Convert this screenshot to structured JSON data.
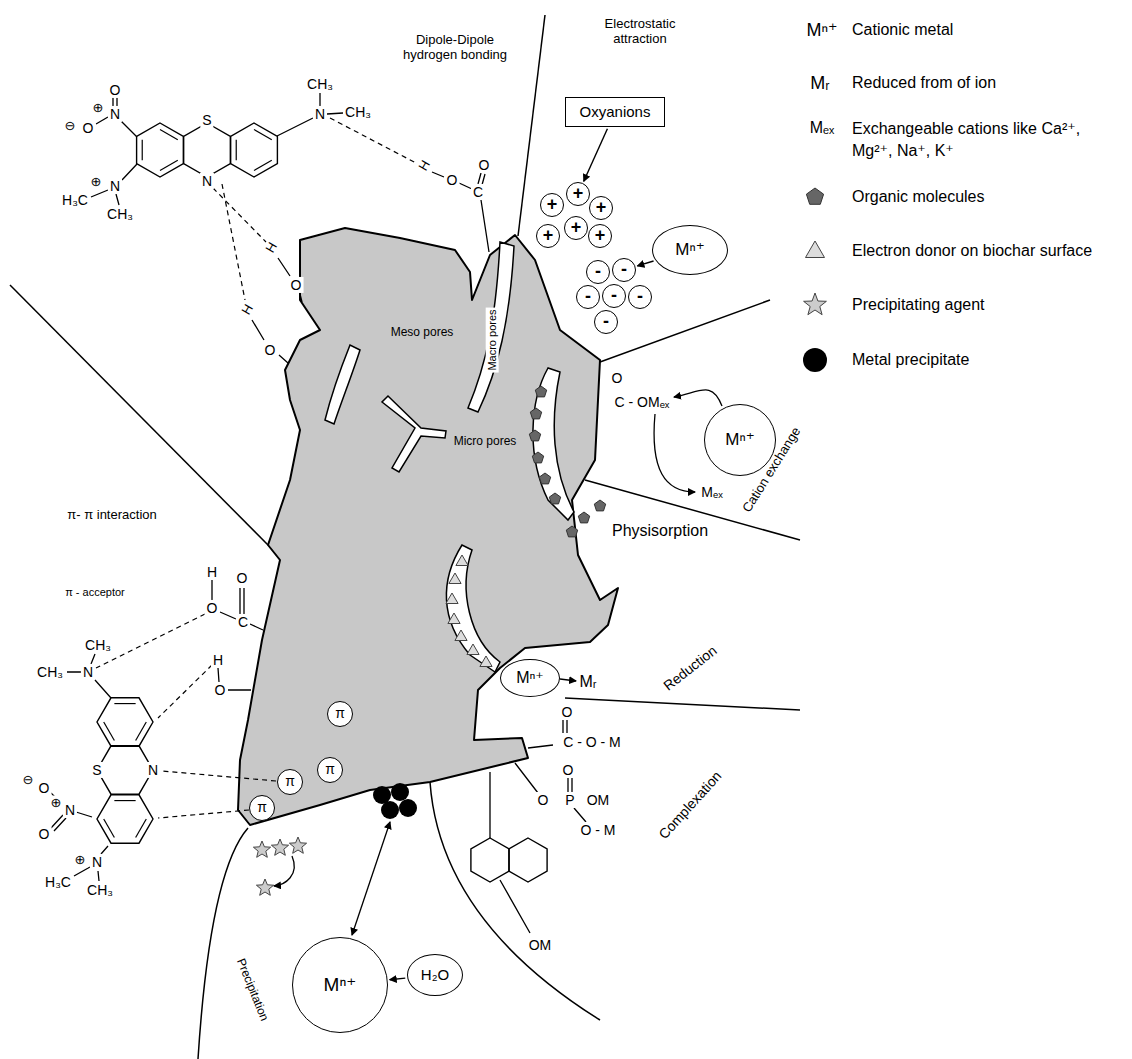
{
  "diagram": {
    "nodes": [
      {
        "text": [
          "Oxyanions"
        ]
      },
      {
        "text": [
          "+"
        ]
      },
      {
        "text": [
          "+"
        ]
      },
      {
        "text": [
          "+"
        ]
      },
      {
        "text": [
          "+"
        ]
      },
      {
        "text": [
          "+"
        ]
      },
      {
        "text": [
          "+"
        ]
      },
      {
        "text": [
          "-"
        ]
      },
      {
        "text": [
          "-"
        ]
      },
      {
        "text": [
          "-"
        ]
      },
      {
        "text": [
          "-"
        ]
      },
      {
        "text": [
          "-"
        ]
      },
      {
        "text": [
          "-"
        ]
      },
      {
        "text": [
          "Mⁿ⁺"
        ]
      },
      {
        "text": [
          "Mⁿ⁺"
        ]
      },
      {
        "text": [
          "Mⁿ⁺"
        ]
      },
      {
        "text": [
          "Mⁿ⁺"
        ]
      },
      {
        "text": [
          "H₂O"
        ]
      },
      {
        "text": [
          "π"
        ]
      },
      {
        "text": [
          "π"
        ]
      },
      {
        "text": [
          "π"
        ]
      },
      {
        "text": [
          "π"
        ]
      }
    ],
    "edges": [
      {
        "from": 0,
        "to": 2,
        "arrow": "to"
      },
      {
        "from": 13,
        "to": 8,
        "arrow": "to"
      },
      {
        "from": 17,
        "to": 16,
        "arrow": "to"
      }
    ],
    "labels": [
      "Dipole-Dipole hydrogen bonding",
      "Electrostatic attraction",
      "Cation exchange",
      "Physisorption",
      "Reduction",
      "Complexation",
      "Precipitation",
      "π- π interaction",
      "π - acceptor",
      "Meso pores",
      "Macro pores",
      "Micro pores",
      "Mₑₓ",
      "O",
      "C - OMₑₓ",
      "Mⁿ⁺",
      "Mᵣ",
      "Mₑₓ",
      "H",
      "O",
      "C",
      "O",
      "H",
      "O",
      "H",
      "O",
      "CH₃",
      "CH₃",
      "N",
      "S",
      "N",
      "⊖",
      "O",
      "O",
      "⊕",
      "N",
      "CH₃",
      "⊕",
      "N",
      "H₃C",
      "CH₃",
      "N",
      "CH₃",
      "S",
      "N",
      "⊖",
      "O",
      "⊕",
      "N",
      "O",
      "CH₃",
      "⊕",
      "N",
      "H₃C",
      "H",
      "O",
      "O",
      "C",
      "H",
      "O",
      "O",
      "C - O - M",
      "O",
      "O",
      "P",
      "OM",
      "O - M",
      "OM",
      "Mᵣ"
    ],
    "legend": [
      {
        "text": "Cationic metal"
      },
      {
        "text": "Reduced from of ion"
      },
      {
        "text": "Exchangeable cations like Ca²⁺, Mg²⁺, Na⁺, K⁺"
      },
      {
        "text": "Organic molecules"
      },
      {
        "text": "Electron donor on biochar surface"
      },
      {
        "text": "Precipitating agent"
      },
      {
        "text": "Metal precipitate"
      }
    ]
  }
}
